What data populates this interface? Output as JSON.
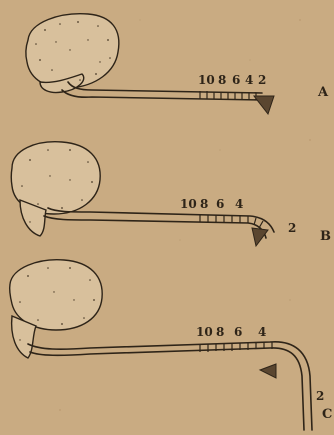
{
  "figure": {
    "panels": [
      {
        "id": "A",
        "label": "A",
        "marks": [
          "10",
          "8",
          "6",
          "4",
          "2"
        ]
      },
      {
        "id": "B",
        "label": "B",
        "marks": [
          "10",
          "8",
          "6",
          "4"
        ],
        "tip_mark": "2"
      },
      {
        "id": "C",
        "label": "C",
        "marks": [
          "10",
          "8",
          "6",
          "4"
        ],
        "tip_mark": "2"
      }
    ]
  }
}
